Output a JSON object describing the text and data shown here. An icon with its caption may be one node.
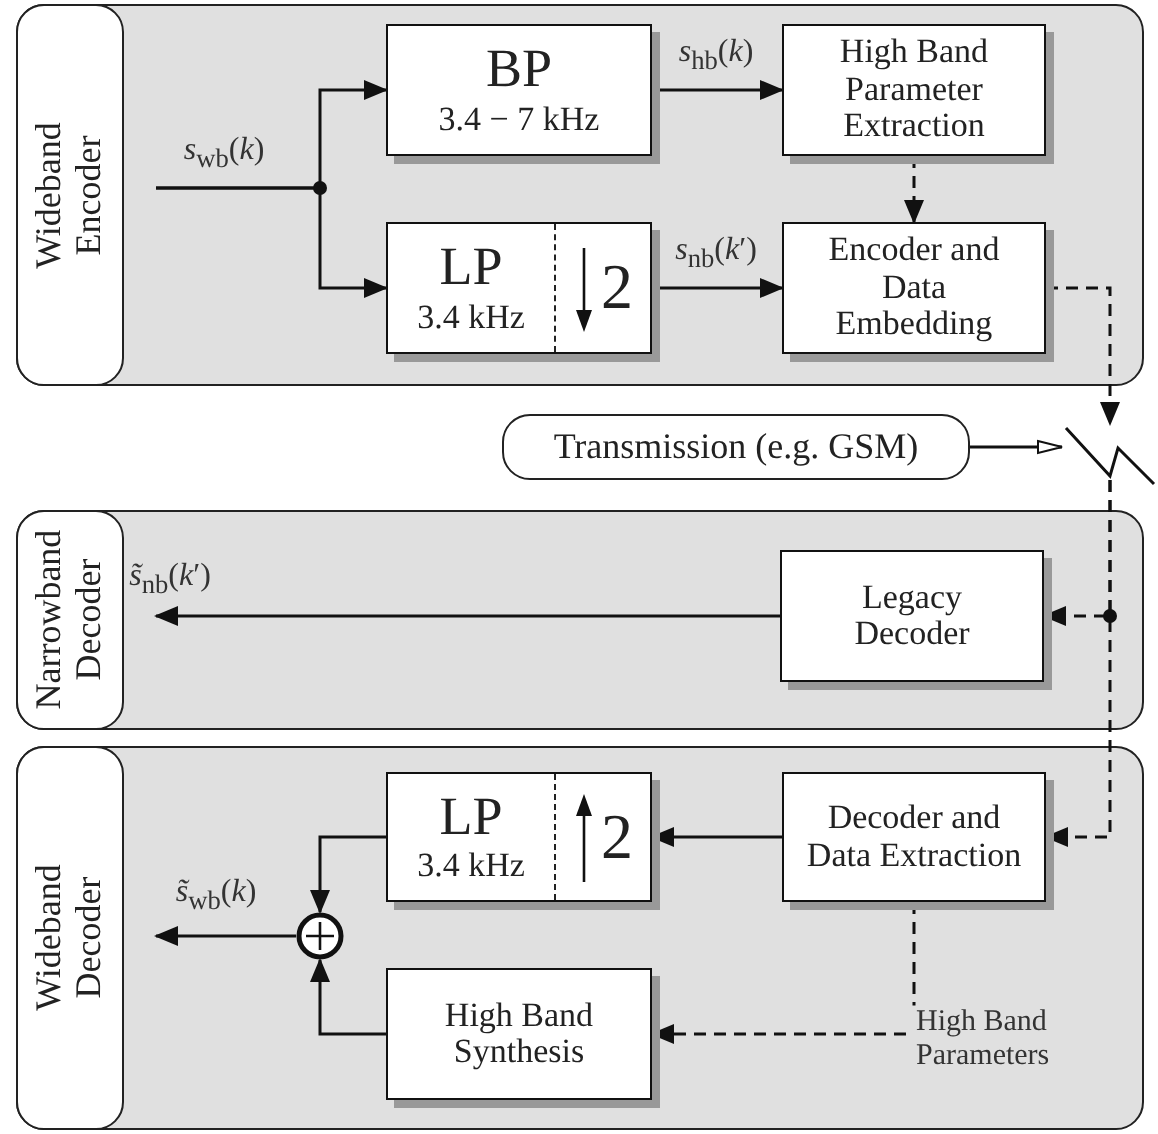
{
  "diagram": {
    "nodes": [
      {
        "text": [
          "Wideband Encoder"
        ]
      },
      {
        "text": [
          "BP",
          "3.4 − 7 kHz"
        ],
        "in": 0
      },
      {
        "text": [
          "High Band Parameter Extraction"
        ],
        "in": 0
      },
      {
        "text": [
          "LP",
          "3.4 kHz",
          "2"
        ],
        "in": 0
      },
      {
        "text": [
          "Encoder and Data Embedding"
        ],
        "in": 0
      },
      {
        "text": [
          "Transmission (e.g. GSM)"
        ]
      },
      {
        "text": [],
        "shape": "picture"
      },
      {
        "text": [
          "Narrowband Decoder"
        ]
      },
      {
        "text": [
          "Legacy Decoder"
        ],
        "in": 7
      },
      {
        "text": [
          "Wideband Decoder"
        ]
      },
      {
        "text": [
          "LP",
          "3.4 kHz",
          "2"
        ],
        "in": 9
      },
      {
        "text": [
          "Decoder and Data Extraction"
        ],
        "in": 9
      },
      {
        "text": [],
        "shape": "circle",
        "in": 9
      },
      {
        "text": [
          "High Band Synthesis"
        ],
        "in": 9
      }
    ],
    "edges": [
      {
        "from": null,
        "to": 1,
        "arrow": "to",
        "label": "*s*$_{wb}$(*k*)"
      },
      {
        "from": null,
        "to": 3,
        "arrow": "to"
      },
      {
        "from": 1,
        "to": 2,
        "arrow": "to",
        "label": "*s*$_{hb}$(*k*)"
      },
      {
        "from": 3,
        "to": 4,
        "arrow": "to",
        "label": "*s*$_{nb}$(*k*′)"
      },
      {
        "from": 2,
        "to": 4,
        "arrow": "to",
        "style": "dashed"
      },
      {
        "from": 4,
        "to": 6,
        "arrow": "to",
        "style": "dashed"
      },
      {
        "from": 5,
        "to": 6,
        "arrow": "to"
      },
      {
        "from": 6,
        "to": 8,
        "arrow": "to",
        "style": "dashed"
      },
      {
        "from": 6,
        "to": 11,
        "arrow": "to",
        "style": "dashed"
      },
      {
        "from": 8,
        "to": null,
        "arrow": "to",
        "label": "*s̃*$_{nb}$(*k*′)"
      },
      {
        "from": 11,
        "to": 10,
        "arrow": "to"
      },
      {
        "from": 10,
        "to": 12,
        "arrow": "to"
      },
      {
        "from": 13,
        "to": 12,
        "arrow": "to"
      },
      {
        "from": 12,
        "to": null,
        "arrow": "to",
        "label": "*s̃*$_{wb}$(*k*)"
      },
      {
        "from": 11,
        "to": 13,
        "arrow": "to",
        "style": "dashed",
        "label": "High Band Parameters"
      }
    ]
  }
}
